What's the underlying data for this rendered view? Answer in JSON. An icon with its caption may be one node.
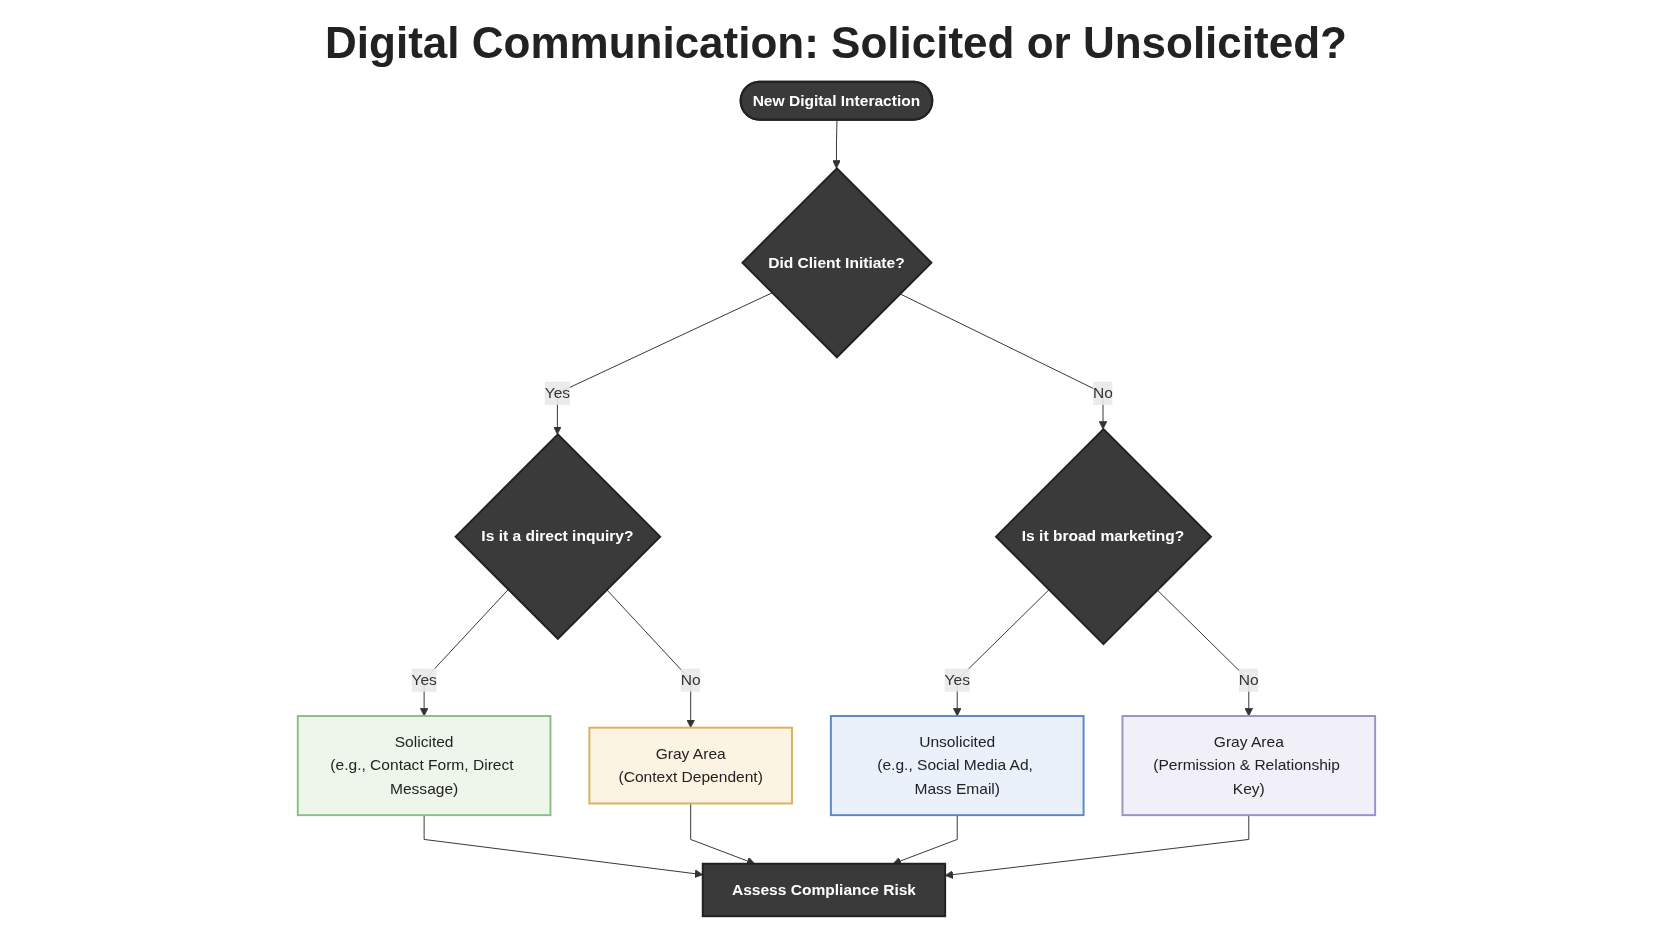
{
  "diagram": {
    "title": "Digital Communication: Solicited or Unsolicited?",
    "nodes": [
      {
        "text": [
          "New Digital Interaction"
        ]
      },
      {
        "text": [
          "Did Client Initiate?"
        ]
      },
      {
        "text": [
          "Is it a direct inquiry?"
        ]
      },
      {
        "text": [
          "Is it broad marketing?"
        ]
      },
      {
        "text": [
          "Solicited",
          "(e.g., Contact Form, Direct Message)"
        ]
      },
      {
        "text": [
          "Gray Area",
          "(Context Dependent)"
        ]
      },
      {
        "text": [
          "Unsolicited",
          "(e.g., Social Media Ad, Mass Email)"
        ]
      },
      {
        "text": [
          "Gray Area",
          "(Permission & Relationship Key)"
        ]
      },
      {
        "text": [
          "Assess Compliance Risk"
        ]
      }
    ],
    "edges": [
      {
        "from": 0,
        "to": 1,
        "arrow": "to"
      },
      {
        "from": 1,
        "to": 2,
        "label": "Yes",
        "arrow": "to"
      },
      {
        "from": 1,
        "to": 3,
        "label": "No",
        "arrow": "to"
      },
      {
        "from": 2,
        "to": 4,
        "label": "Yes",
        "arrow": "to"
      },
      {
        "from": 2,
        "to": 5,
        "label": "No",
        "arrow": "to"
      },
      {
        "from": 3,
        "to": 6,
        "label": "Yes",
        "arrow": "to"
      },
      {
        "from": 3,
        "to": 7,
        "label": "No",
        "arrow": "to"
      },
      {
        "from": 4,
        "to": 8,
        "arrow": "to"
      },
      {
        "from": 5,
        "to": 8,
        "arrow": "to"
      },
      {
        "from": 6,
        "to": 8,
        "arrow": "to"
      },
      {
        "from": 7,
        "to": 8,
        "arrow": "to"
      }
    ]
  }
}
